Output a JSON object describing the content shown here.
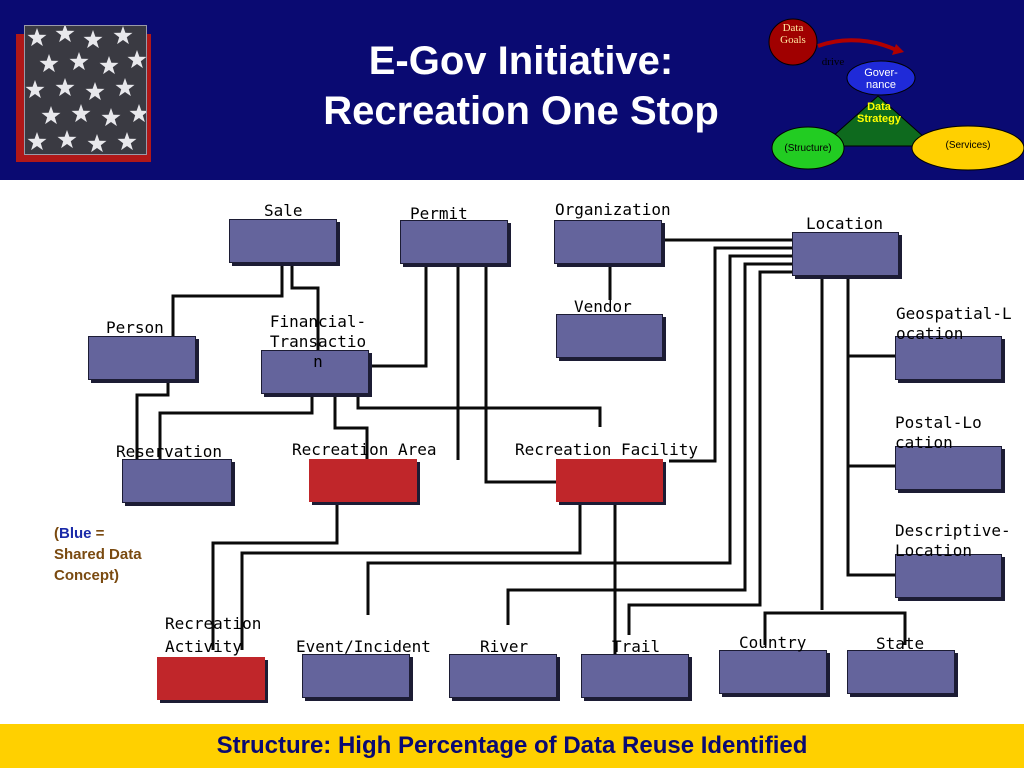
{
  "title": {
    "line1": "E-Gov Initiative:",
    "line2": "Recreation One Stop"
  },
  "data_governance_graphic": {
    "data_goals": "Data Goals",
    "drive": "drive",
    "governance": "Gover-nance",
    "data_strategy": "Data Strategy",
    "structure": "(Structure)",
    "services": "(Services)"
  },
  "entities": {
    "sale": "Sale",
    "permit": "Permit",
    "organization": "Organization",
    "location": "Location",
    "vendor": "Vendor",
    "person": "Person",
    "financial_transaction": "Financial-Transaction",
    "geospatial_location": "Geospatial-Location",
    "reservation": "Reservation",
    "recreation_area": "Recreation Area",
    "recreation_facility": "Recreation Facility",
    "postal_location": "Postal-Location",
    "descriptive_location": "Descriptive-Location",
    "recreation_activity": "Recreation Activity",
    "event_incident": "Event/Incident",
    "river": "River",
    "trail": "Trail",
    "country": "Country",
    "state": "State"
  },
  "legend": {
    "open_paren": "(",
    "blue_word": "Blue",
    "equals": " =",
    "line2": "Shared Data",
    "line3": "Concept)"
  },
  "colors": {
    "header_bg": "#0a0a72",
    "shared_concept_blue": "#64649c",
    "non_shared_red": "#c0262a",
    "footer_bg": "#ffd000"
  },
  "footer": {
    "text": "Structure:  High Percentage of Data Reuse Identified"
  }
}
